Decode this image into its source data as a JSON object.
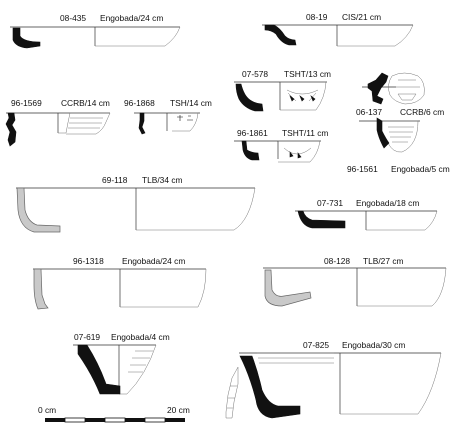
{
  "sherds": [
    {
      "id": "08-435",
      "type": "Engobada/24 cm"
    },
    {
      "id": "08-19",
      "type": "CIS/21 cm"
    },
    {
      "id": "96-1569",
      "type": "CCRB/14 cm"
    },
    {
      "id": "96-1868",
      "type": "TSH/14 cm"
    },
    {
      "id": "07-578",
      "type": "TSHT/13 cm"
    },
    {
      "id": "06-137",
      "type": "CCRB/6 cm"
    },
    {
      "id": "96-1861",
      "type": "TSHT/11 cm"
    },
    {
      "id": "96-1561",
      "type": "Engobada/5 cm"
    },
    {
      "id": "69-118",
      "type": "TLB/34 cm"
    },
    {
      "id": "07-731",
      "type": "Engobada/18 cm"
    },
    {
      "id": "96-1318",
      "type": "Engobada/24 cm"
    },
    {
      "id": "08-128",
      "type": "TLB/27 cm"
    },
    {
      "id": "07-619",
      "type": "Engobada/4 cm"
    },
    {
      "id": "07-825",
      "type": "Engobada/30 cm"
    }
  ],
  "scale": {
    "start": "0 cm",
    "end": "20 cm"
  },
  "colors": {
    "profile": "#111111",
    "light_profile": "#c9c9c9",
    "outline": "#333333"
  }
}
